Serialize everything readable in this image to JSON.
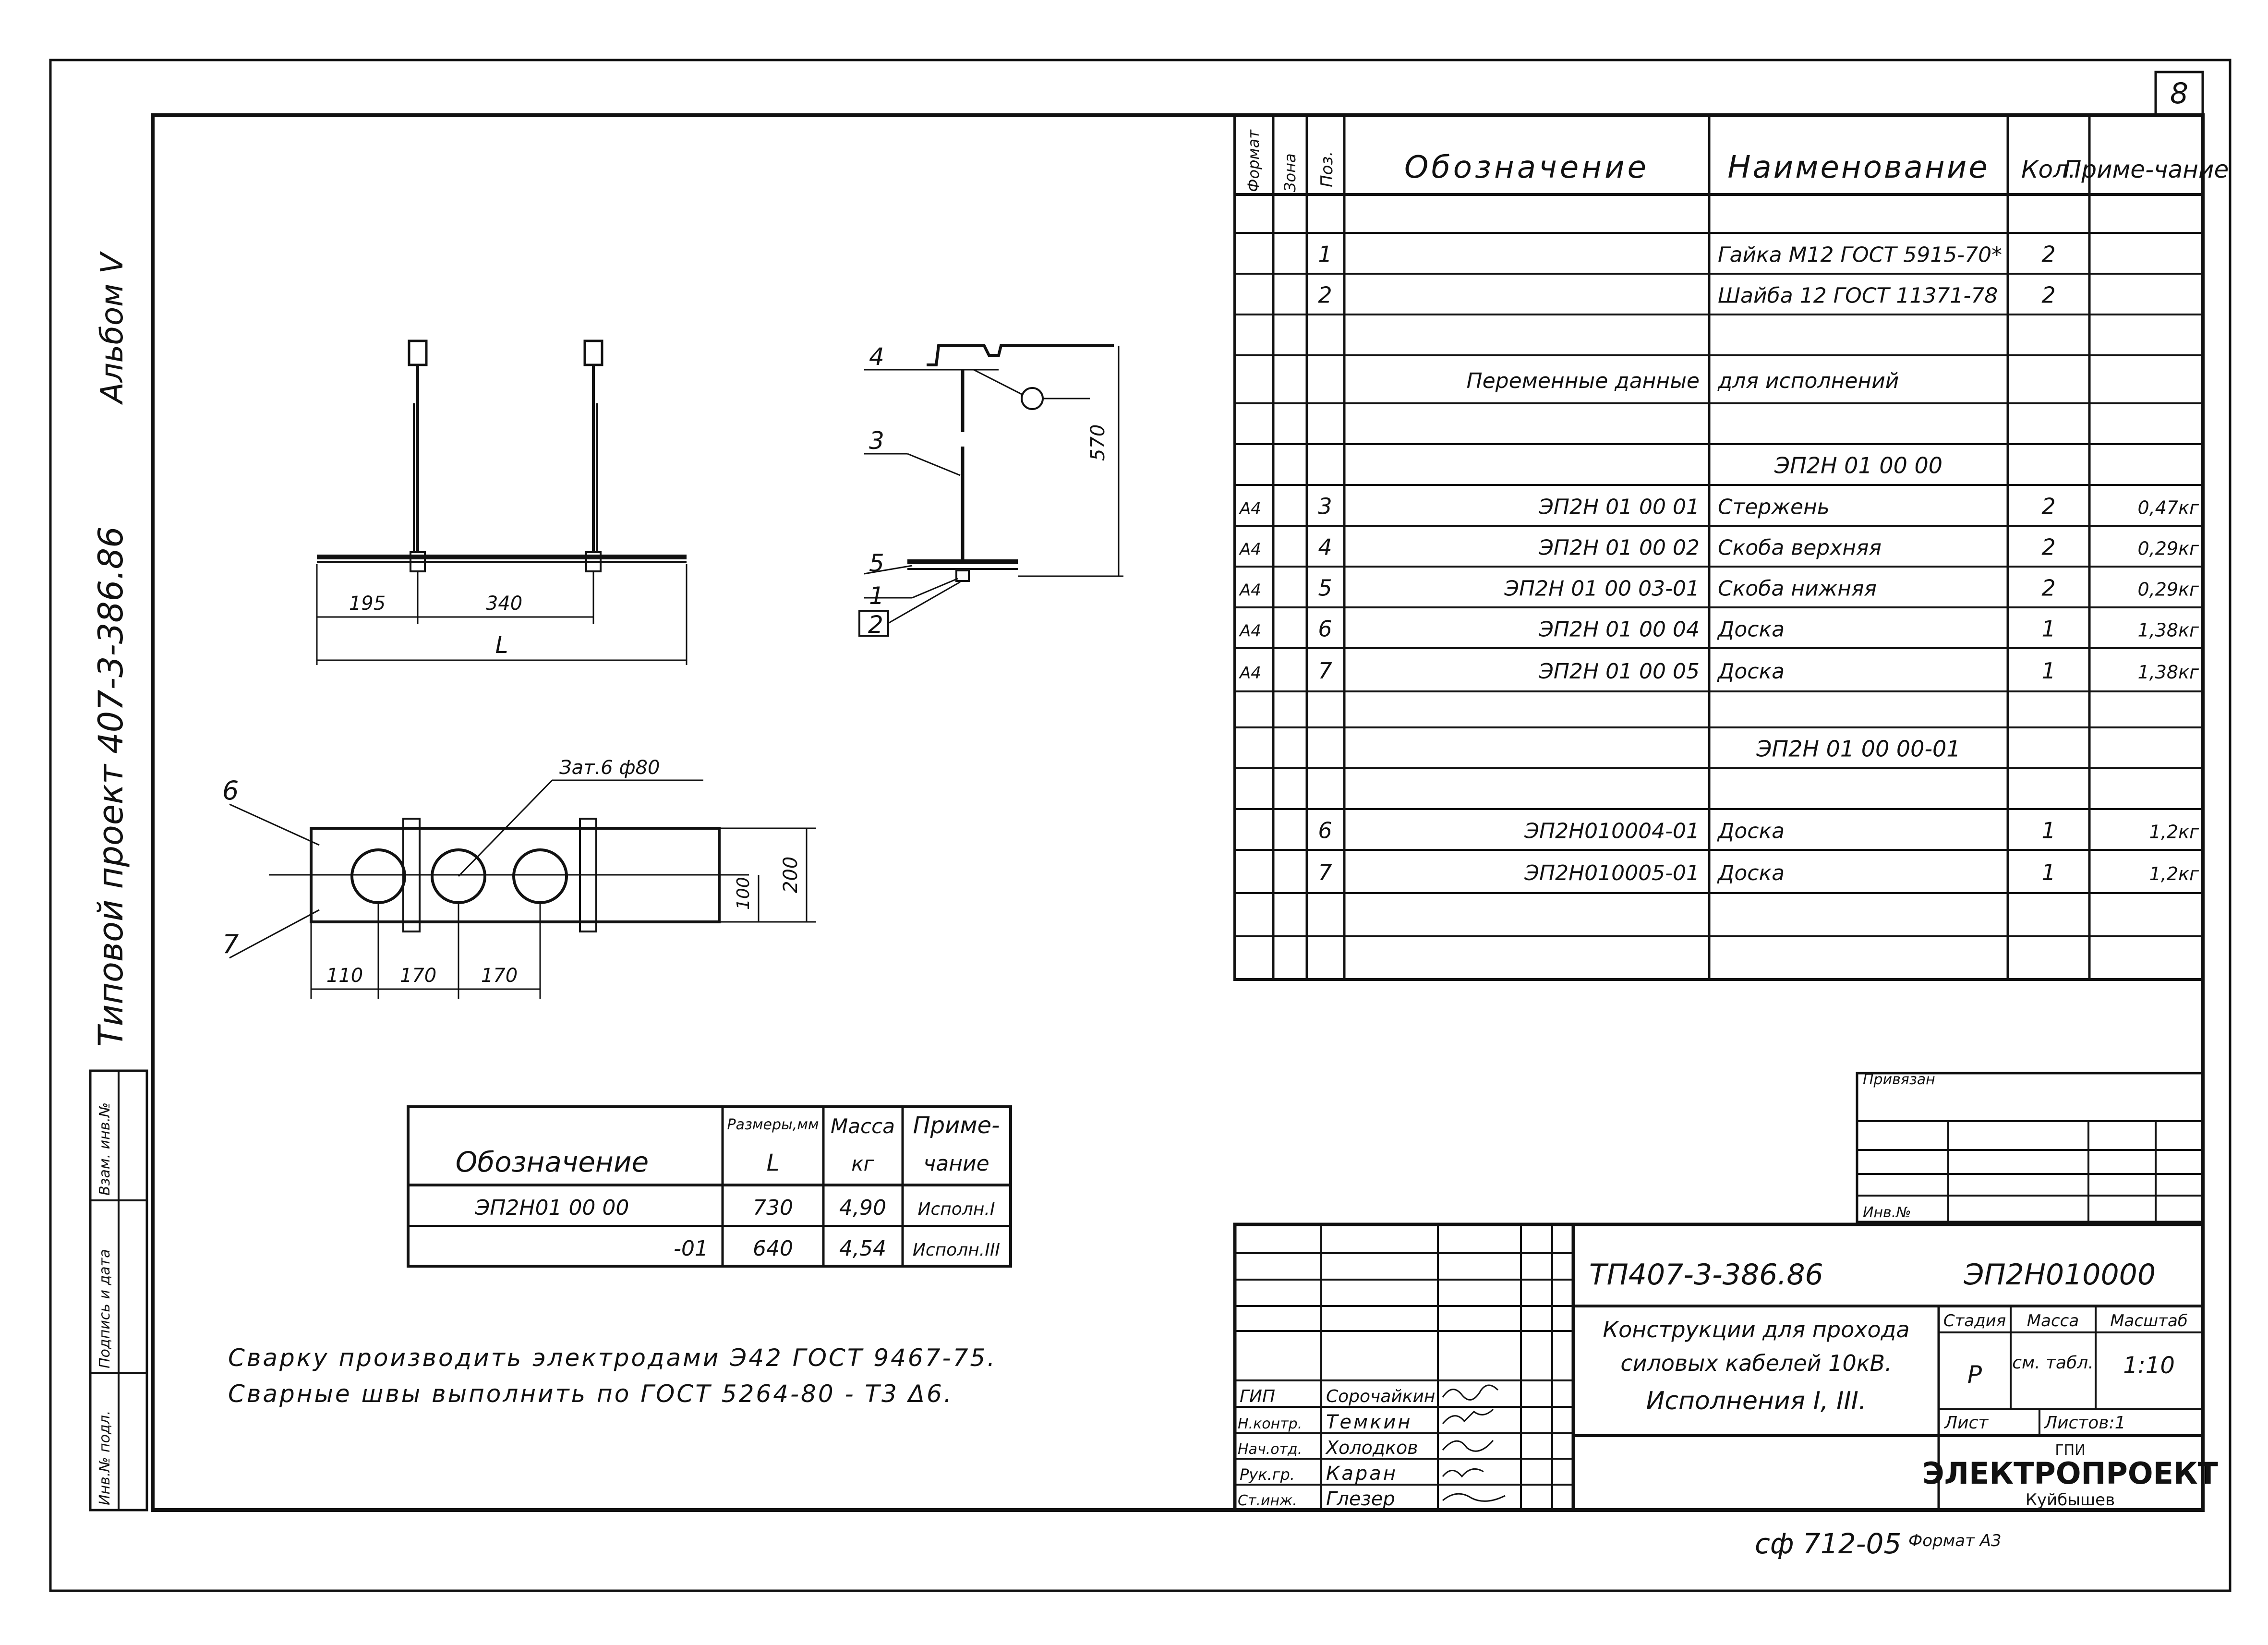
{
  "sheet_number": "8",
  "side_title": "Типовой проект 407-3-386.86",
  "album": "Альбом V",
  "spec": {
    "headers": {
      "format": "Формат",
      "zone": "Зона",
      "pos": "Поз.",
      "designation": "Обозначение",
      "name": "Наименование",
      "qty": "Кол.",
      "note": "Приме-чание"
    },
    "rows": [
      {
        "format": "",
        "pos": "1",
        "designation": "",
        "name": "Гайка М12 ГОСТ 5915-70*",
        "qty": "2",
        "note": ""
      },
      {
        "format": "",
        "pos": "2",
        "designation": "",
        "name": "Шайба 12 ГОСТ 11371-78",
        "qty": "2",
        "note": ""
      },
      {
        "format": "",
        "pos": "",
        "designation": "Переменные данные",
        "name": "для исполнений",
        "qty": "",
        "note": ""
      },
      {
        "format": "",
        "pos": "",
        "designation": "",
        "name": "ЭП2Н 01 00 00",
        "qty": "",
        "note": ""
      },
      {
        "format": "А4",
        "pos": "3",
        "designation": "ЭП2Н 01 00 01",
        "name": "Стержень",
        "qty": "2",
        "note": "0,47кг"
      },
      {
        "format": "А4",
        "pos": "4",
        "designation": "ЭП2Н 01 00 02",
        "name": "Скоба верхняя",
        "qty": "2",
        "note": "0,29кг"
      },
      {
        "format": "А4",
        "pos": "5",
        "designation": "ЭП2Н 01 00 03-01",
        "name": "Скоба нижняя",
        "qty": "2",
        "note": "0,29кг"
      },
      {
        "format": "А4",
        "pos": "6",
        "designation": "ЭП2Н 01 00 04",
        "name": "Доска",
        "qty": "1",
        "note": "1,38кг"
      },
      {
        "format": "А4",
        "pos": "7",
        "designation": "ЭП2Н 01 00 05",
        "name": "Доска",
        "qty": "1",
        "note": "1,38кг"
      },
      {
        "format": "",
        "pos": "",
        "designation": "",
        "name": "ЭП2Н 01 00 00-01",
        "qty": "",
        "note": ""
      },
      {
        "format": "",
        "pos": "6",
        "designation": "ЭП2Н010004-01",
        "name": "Доска",
        "qty": "1",
        "note": "1,2кг"
      },
      {
        "format": "",
        "pos": "7",
        "designation": "ЭП2Н010005-01",
        "name": "Доска",
        "qty": "1",
        "note": "1,2кг"
      }
    ]
  },
  "dims_front": {
    "d1": "195",
    "d2": "340",
    "total": "L"
  },
  "dims_side": {
    "height": "570",
    "labels": [
      "4",
      "3",
      "5",
      "1",
      "2"
    ]
  },
  "dims_top": {
    "hole_label": "Зат.6 ф80",
    "labels": [
      "6",
      "7"
    ],
    "d1": "110",
    "d2": "170",
    "d3": "170",
    "h1": "100",
    "h2": "200"
  },
  "variant_table": {
    "headers": {
      "designation": "Обозначение",
      "size_top": "Размеры,мм",
      "size": "L",
      "mass_top": "Масса",
      "mass": "кг",
      "note_top": "Приме-",
      "note": "чание"
    },
    "rows": [
      {
        "designation": "ЭП2Н01 00 00",
        "size": "730",
        "mass": "4,90",
        "note": "Исполн.I"
      },
      {
        "designation": "-01",
        "size": "640",
        "mass": "4,54",
        "note": "Исполн.III"
      }
    ]
  },
  "notes": [
    "Сварку производить электродами Э42 ГОСТ 9467-75.",
    "Сварные швы выполнить по ГОСТ 5264-80 - Т3 Δ6."
  ],
  "side_stamp": [
    "Инв.№ подл.",
    "Подпись и дата",
    "Взам. инв.№"
  ],
  "binding": {
    "label": "Привязан",
    "inv": "Инв.№"
  },
  "title_block": {
    "project_code": "ТП407-3-386.86",
    "doc_code": "ЭП2Н010000",
    "title_lines": [
      "Конструкции для прохода",
      "силовых кабелей 10кВ.",
      "Исполнения I, III."
    ],
    "stage_label": "Стадия",
    "mass_label": "Масса",
    "scale_label": "Масштаб",
    "stage": "Р",
    "mass": "см. табл.",
    "scale": "1:10",
    "sheet_label": "Лист",
    "sheets_label": "Листов:1",
    "org_top": "ГПИ",
    "org": "ЭЛЕКТРОПРОЕКТ",
    "org_city": "Куйбышев",
    "people": [
      {
        "role": "ГИП",
        "name": "Сорочайкин"
      },
      {
        "role": "Н.контр.",
        "name": "Темкин"
      },
      {
        "role": "Нач.отд.",
        "name": "Холодков"
      },
      {
        "role": "Рук.гр.",
        "name": "Каран"
      },
      {
        "role": "Ст.инж.",
        "name": "Глезер"
      }
    ]
  },
  "bottom_code": "сф 712-05",
  "format": "Формат А3"
}
